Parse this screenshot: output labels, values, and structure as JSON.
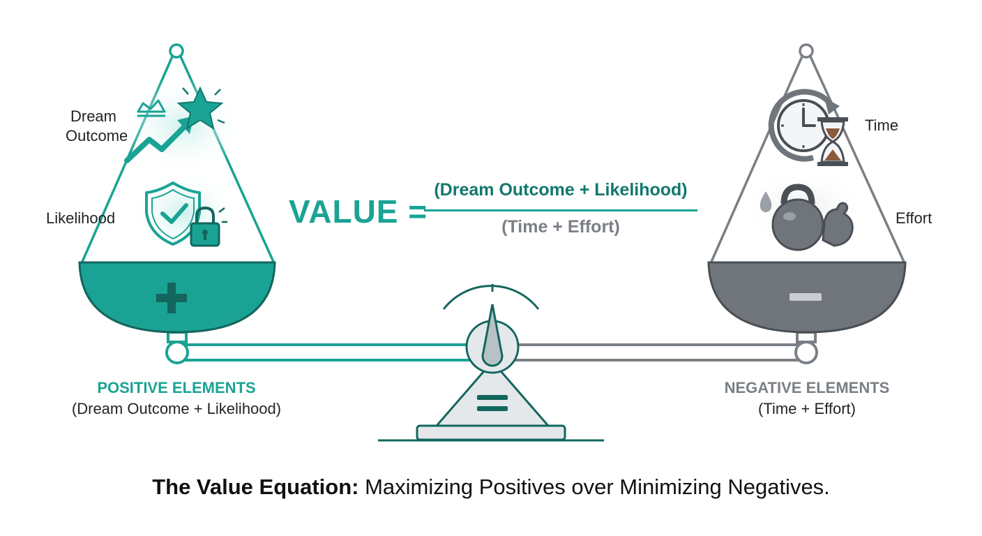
{
  "formula": {
    "lhs": "VALUE =",
    "numerator": "(Dream Outcome + Likelihood)",
    "denominator": "(Time + Effort)"
  },
  "left_pan": {
    "label_dream_1": "Dream",
    "label_dream_2": "Outcome",
    "label_likelihood": "Likelihood",
    "sign": "+",
    "group_title": "POSITIVE ELEMENTS",
    "group_sub": "(Dream Outcome + Likelihood)"
  },
  "right_pan": {
    "label_time": "Time",
    "label_effort": "Effort",
    "sign": "−",
    "group_title": "NEGATIVE ELEMENTS",
    "group_sub": "(Time + Effort)"
  },
  "caption": {
    "bold": "The Value Equation:",
    "rest": " Maximizing Positives over Minimizing Negatives."
  },
  "colors": {
    "teal": "#1aa394",
    "teal_dark": "#12665e",
    "gray": "#7a7f85",
    "gray_dark": "#4a4f55"
  },
  "icons": [
    "crown-icon",
    "star-icon",
    "trend-arrow-icon",
    "shield-check-icon",
    "padlock-icon",
    "clock-icon",
    "hourglass-icon",
    "kettlebell-icon",
    "muscle-arm-icon",
    "sweat-drop-icon"
  ]
}
